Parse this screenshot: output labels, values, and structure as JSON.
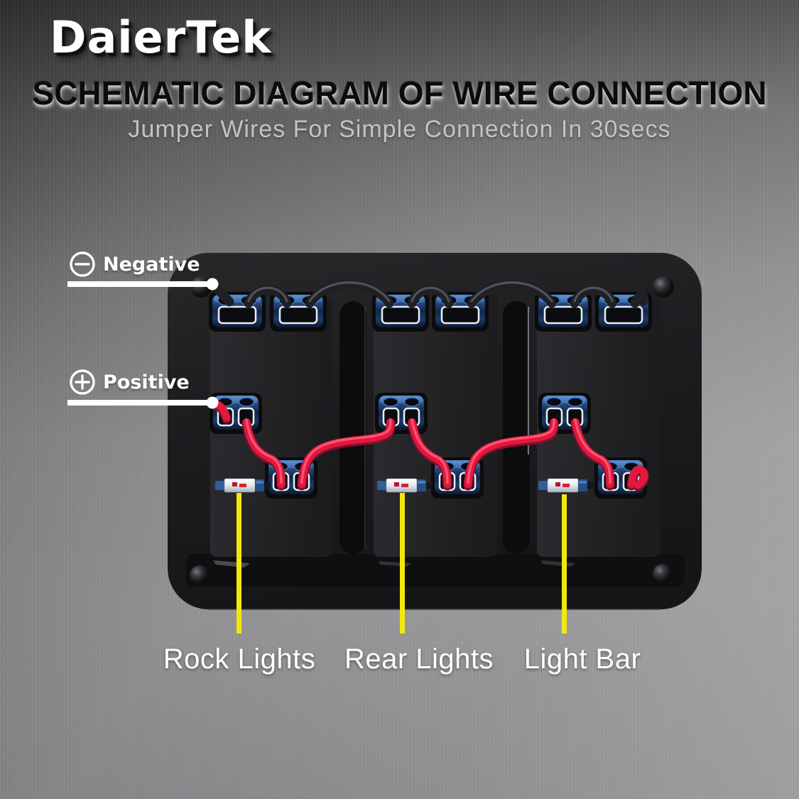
{
  "header": {
    "brand": "DaierTek",
    "title": "SCHEMATIC DIAGRAM OF WIRE CONNECTION",
    "subtitle": "Jumper Wires For Simple Connection In 30secs"
  },
  "callouts": {
    "negative": {
      "label": "Negative"
    },
    "positive": {
      "label": "Positive"
    }
  },
  "outputs": [
    {
      "label": "Rock Lights"
    },
    {
      "label": "Rear Lights"
    },
    {
      "label": "Light Bar"
    }
  ],
  "panel": {
    "switch_count": 3,
    "plate_color": "#1b1b1e",
    "negative_wire_color": "#1f1f24",
    "positive_wire_color": "#e2183f",
    "pointer_line_color": "#f2e70c",
    "terminal_blue_color": "#2f5a9a",
    "callout_line_color": "#ffffff"
  }
}
